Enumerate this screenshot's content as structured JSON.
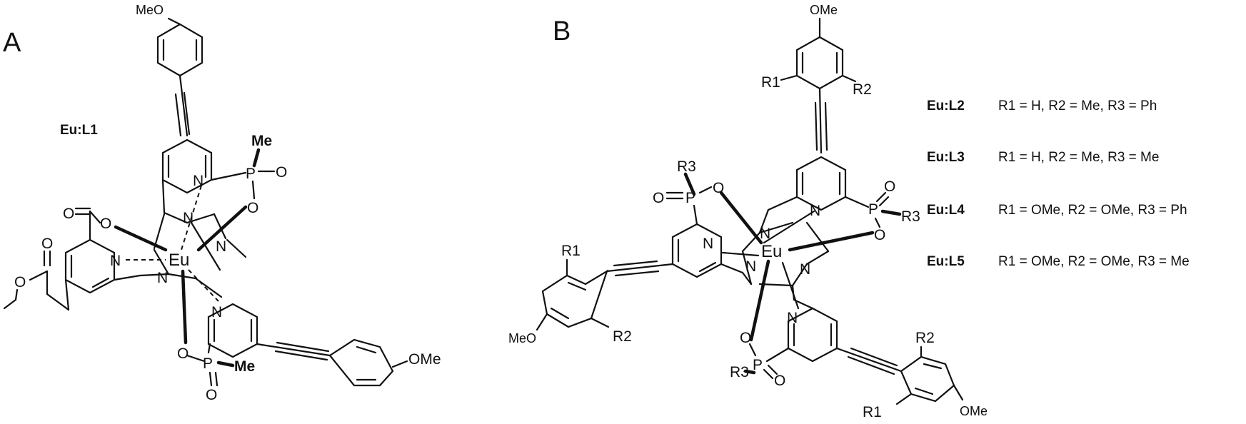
{
  "panels": {
    "a": "A",
    "b": "B"
  },
  "compound_a": "Eu:L1",
  "atoms": {
    "eu": "Eu",
    "n": "N",
    "o": "O",
    "p": "P",
    "me": "Me",
    "ome": "OMe",
    "meo": "MeO",
    "r1": "R1",
    "r2": "R2",
    "r3": "R3"
  },
  "legend": [
    {
      "name": "Eu:L2",
      "def": "R1 = H, R2 = Me, R3 = Ph"
    },
    {
      "name": "Eu:L3",
      "def": "R1 = H, R2 = Me, R3 = Me"
    },
    {
      "name": "Eu:L4",
      "def": "R1 = OMe, R2 = OMe, R3 = Ph"
    },
    {
      "name": "Eu:L5",
      "def": "R1 = OMe, R2 = OMe, R3 = Me"
    }
  ]
}
